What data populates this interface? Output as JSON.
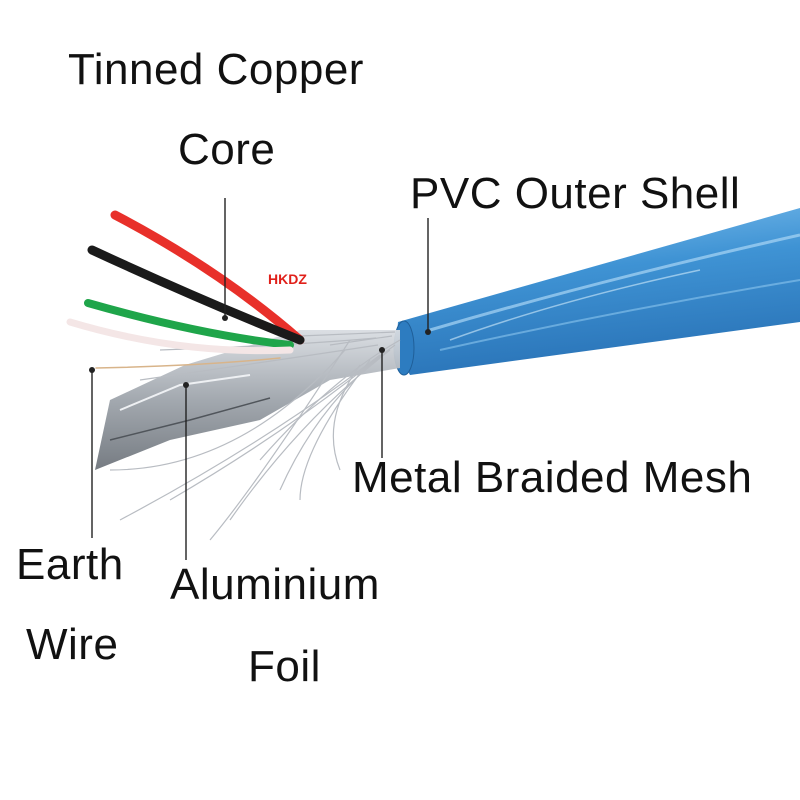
{
  "labels": {
    "tinned_copper_line1": "Tinned Copper",
    "tinned_copper_line2": "Core",
    "pvc_outer_shell": "PVC Outer Shell",
    "metal_braided_mesh": "Metal Braided Mesh",
    "earth_wire_line1": "Earth",
    "earth_wire_line2": "Wire",
    "aluminium_foil_line1": "Aluminium",
    "aluminium_foil_line2": "Foil"
  },
  "brand_mark": "HKDZ",
  "colors": {
    "text": "#111111",
    "brand": "#e0201a",
    "pvc_jacket": "#4a9ad6",
    "wire_red": "#e8302a",
    "wire_black": "#1a1a1a",
    "wire_green": "#1fa54a",
    "wire_white": "#f4e6e6",
    "braid": "#b8bcc2",
    "leader_line": "#222222"
  }
}
